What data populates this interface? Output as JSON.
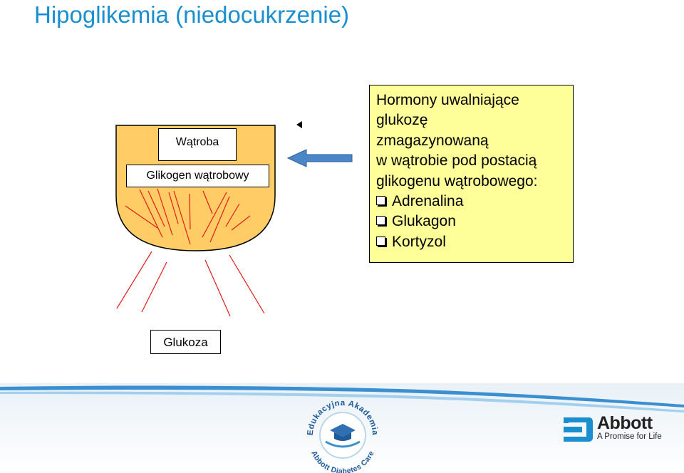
{
  "title": "Hipoglikemia (niedocukrzenie)",
  "liver": {
    "label": "Wątroba",
    "glycogen_label": "Glikogen wątrobowy"
  },
  "glucose_label": "Glukoza",
  "hormones": {
    "lines": [
      "Hormony uwalniające",
      "glukozę",
      "zmagazynowaną",
      "w wątrobie pod postacią",
      "glikogenu wątrobowego:"
    ],
    "items": [
      "Adrenalina",
      "Glukagon",
      "Kortyzol"
    ]
  },
  "footer": {
    "academy_top": "Edukacyjna Akademia",
    "academy_bottom": "Abbott Diabetes Care",
    "brand": "Abbott",
    "tagline": "A Promise for Life"
  },
  "colors": {
    "title": "#1a8fd0",
    "liver_fill": "#ffcc66",
    "hormone_box": "#ffff99",
    "lines": "#e21a1a",
    "arrow": "#4a86c8"
  }
}
